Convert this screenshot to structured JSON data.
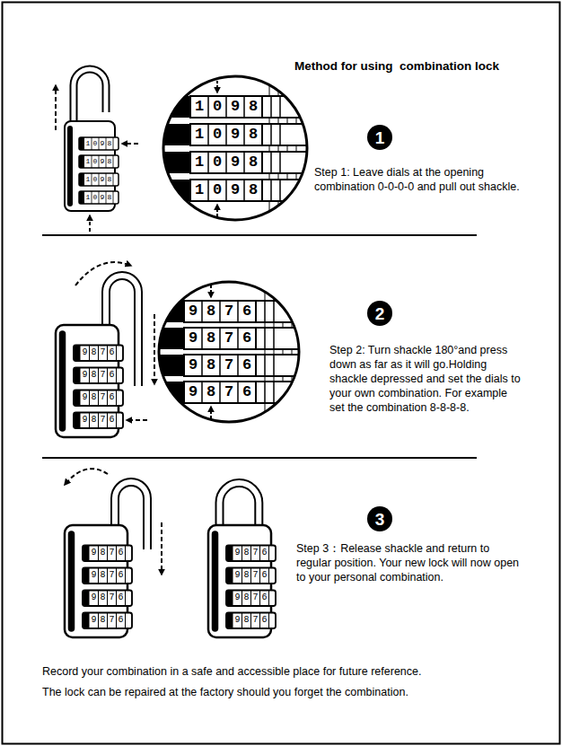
{
  "diagram": {
    "title": "Method for using  combination lock",
    "nodes": [
      {
        "text": [
          "1"
        ]
      },
      {
        "text": [
          "2"
        ]
      },
      {
        "text": [
          "3"
        ]
      }
    ],
    "labels": [
      "1098",
      "1098",
      "1098",
      "1098",
      "1098",
      "1098",
      "1098",
      "1098",
      "Step 1: Leave dials at the opening combination 0-0-0-0 and pull out shackle.",
      "9876",
      "9876",
      "9876",
      "9876",
      "9876",
      "9876",
      "9876",
      "9876",
      "Step 2: Turn shackle 180°and press down as far as it will go.Holding shackle depressed and set the dials to your own combination. For example set the combination 8-8-8-8.",
      "9876",
      "9876",
      "9876",
      "9876",
      "9876",
      "9876",
      "9876",
      "9876",
      "Step 3：Release shackle and return to regular position. Your new lock will now open to your personal combination.",
      "Record your combination in a safe and accessible place for future reference.",
      "The lock can be repaired at the factory should you forget the combination."
    ]
  }
}
